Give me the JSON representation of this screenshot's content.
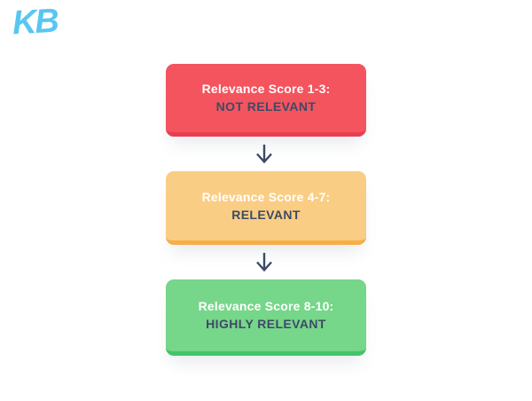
{
  "logo": {
    "text": "KB",
    "color": "#59C6F2"
  },
  "flowchart": {
    "title_hidden": "",
    "arrow_color": "#3D4A66",
    "text_colors": {
      "line1": "#FFFFFF",
      "line2": "#3D4A66"
    },
    "nodes": [
      {
        "id": "not-relevant",
        "line1": "Relevance Score 1-3:",
        "line2": "NOT RELEVANT",
        "bg": "#F4545E",
        "edge": "#E83F50"
      },
      {
        "id": "relevant",
        "line1": "Relevance Score 4-7:",
        "line2": "RELEVANT",
        "bg": "#FACD84",
        "edge": "#F6AE4A"
      },
      {
        "id": "highly-relevant",
        "line1": "Relevance Score 8-10:",
        "line2": "HIGHLY RELEVANT",
        "bg": "#76D689",
        "edge": "#42C569"
      }
    ]
  }
}
